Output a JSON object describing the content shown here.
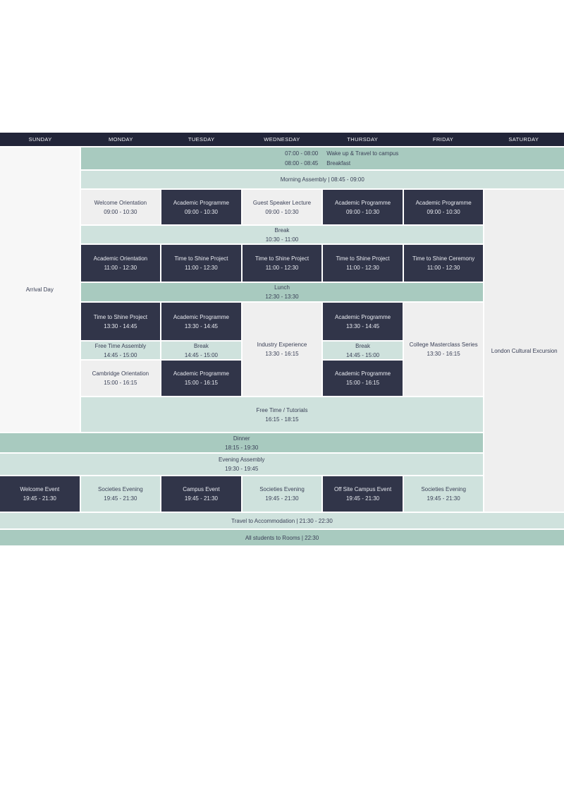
{
  "days": [
    "SUNDAY",
    "MONDAY",
    "TUESDAY",
    "WEDNESDAY",
    "THURSDAY",
    "FRIDAY",
    "SATURDAY"
  ],
  "colors": {
    "header_bg": "#222539",
    "dark_cell": "#313549",
    "teal_light": "#cfe2dd",
    "teal_medium": "#a8cabf",
    "gray_cell": "#efefef",
    "sunday_cell": "#f7f7f7",
    "dark_text": "#3b4157",
    "light_text": "#e8eaf0"
  },
  "full_day_blocks": {
    "sunday": {
      "label": "Arrival Day"
    },
    "saturday": {
      "label": "London Cultural Excursion"
    }
  },
  "bands": {
    "wake": {
      "rows": [
        {
          "time": "07:00 - 08:00",
          "label": "Wake up & Travel to campus"
        },
        {
          "time": "08:00 - 08:45",
          "label": "Breakfast"
        }
      ]
    },
    "morning_assembly": {
      "label": "Morning Assembly  |  08:45 - 09:00"
    },
    "break_am": {
      "title": "Break",
      "time": "10:30 - 11:00"
    },
    "lunch": {
      "title": "Lunch",
      "time": "12:30 - 13:30"
    },
    "free_time": {
      "title": "Free Time / Tutorials",
      "time": "16:15 - 18:15"
    },
    "dinner": {
      "title": "Dinner",
      "time": "18:15 - 19:30"
    },
    "evening_assembly": {
      "title": "Evening Assembly",
      "time": "19:30 - 19:45"
    },
    "travel": {
      "label": "Travel to Accommodation | 21:30 - 22:30"
    },
    "rooms": {
      "label": "All students to Rooms  |  22:30"
    }
  },
  "events": {
    "mon_0900": {
      "title": "Welcome Orientation",
      "time": "09:00 - 10:30"
    },
    "tue_0900": {
      "title": "Academic Programme",
      "time": "09:00 - 10:30"
    },
    "wed_0900": {
      "title": "Guest Speaker Lecture",
      "time": "09:00 - 10:30"
    },
    "thu_0900": {
      "title": "Academic Programme",
      "time": "09:00 - 10:30"
    },
    "fri_0900": {
      "title": "Academic Programme",
      "time": "09:00 - 10:30"
    },
    "mon_1100": {
      "title": "Academic Orientation",
      "time": "11:00 - 12:30"
    },
    "tue_1100": {
      "title": "Time to Shine Project",
      "time": "11:00 - 12:30"
    },
    "wed_1100": {
      "title": "Time to Shine Project",
      "time": "11:00 - 12:30"
    },
    "thu_1100": {
      "title": "Time to Shine Project",
      "time": "11:00 - 12:30"
    },
    "fri_1100": {
      "title": "Time to Shine Ceremony",
      "time": "11:00 - 12:30"
    },
    "mon_1330": {
      "title": "Time to Shine Project",
      "time": "13:30 - 14:45"
    },
    "tue_1330": {
      "title": "Academic Programme",
      "time": "13:30 - 14:45"
    },
    "wed_1330": {
      "title": "Industry Experience",
      "time": "13:30 - 16:15"
    },
    "thu_1330": {
      "title": "Academic Programme",
      "time": "13:30 - 14:45"
    },
    "fri_1330": {
      "title": "College Masterclass Series",
      "time": "13:30 - 16:15"
    },
    "mon_1445": {
      "title": "Free Time Assembly",
      "time": "14:45 - 15:00"
    },
    "tue_1445": {
      "title": "Break",
      "time": "14:45 - 15:00"
    },
    "thu_1445": {
      "title": "Break",
      "time": "14:45 - 15:00"
    },
    "mon_1500": {
      "title": "Cambridge Orientation",
      "time": "15:00 - 16:15"
    },
    "tue_1500": {
      "title": "Academic Programme",
      "time": "15:00 - 16:15"
    },
    "thu_1500": {
      "title": "Academic Programme",
      "time": "15:00 - 16:15"
    },
    "sun_1945": {
      "title": "Welcome Event",
      "time": "19:45 - 21:30"
    },
    "mon_1945": {
      "title": "Societies Evening",
      "time": "19:45 - 21:30"
    },
    "tue_1945": {
      "title": "Campus Event",
      "time": "19:45 - 21:30"
    },
    "wed_1945": {
      "title": "Societies Evening",
      "time": "19:45 - 21:30"
    },
    "thu_1945": {
      "title": "Off Site Campus Event",
      "time": "19:45 - 21:30"
    },
    "fri_1945": {
      "title": "Societies Evening",
      "time": "19:45 - 21:30"
    }
  }
}
